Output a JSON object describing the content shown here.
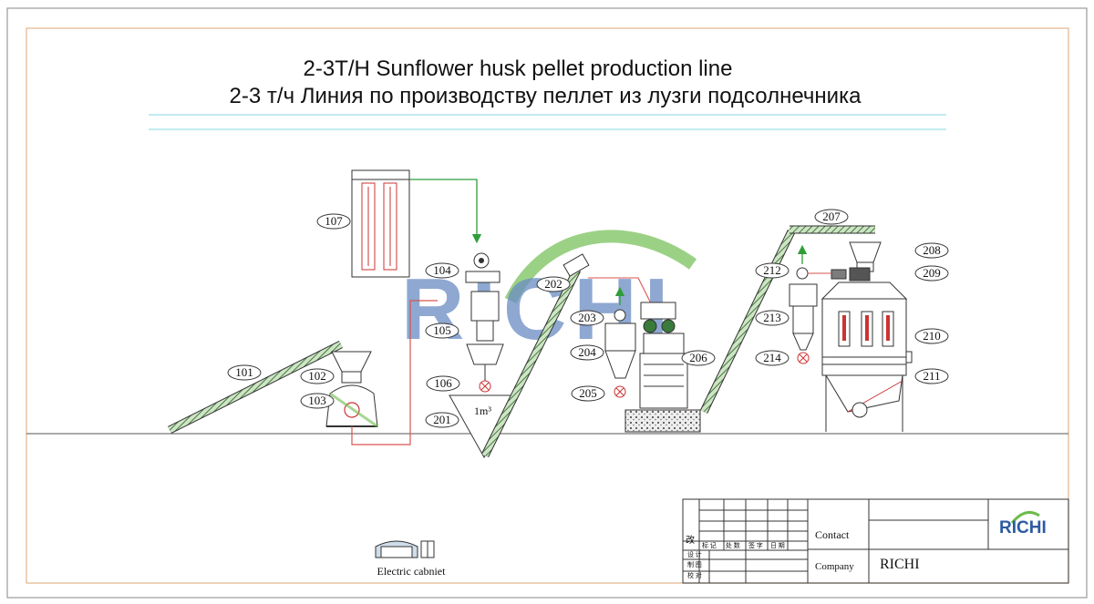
{
  "title": {
    "en": "2-3T/H Sunflower husk pellet production line",
    "ru": "2-3 т/ч Линия по производству пеллет из лузги подсолнечника"
  },
  "watermark": "RICHI",
  "hopper_volume": "1m³",
  "equipment_labels": [
    {
      "id": "101",
      "text": "101"
    },
    {
      "id": "102",
      "text": "102"
    },
    {
      "id": "103",
      "text": "103"
    },
    {
      "id": "104",
      "text": "104"
    },
    {
      "id": "105",
      "text": "105"
    },
    {
      "id": "106",
      "text": "106"
    },
    {
      "id": "107",
      "text": "107"
    },
    {
      "id": "201",
      "text": "201"
    },
    {
      "id": "202",
      "text": "202"
    },
    {
      "id": "203",
      "text": "203"
    },
    {
      "id": "204",
      "text": "204"
    },
    {
      "id": "205",
      "text": "205"
    },
    {
      "id": "206",
      "text": "206"
    },
    {
      "id": "207",
      "text": "207"
    },
    {
      "id": "208",
      "text": "208"
    },
    {
      "id": "209",
      "text": "209"
    },
    {
      "id": "210",
      "text": "210"
    },
    {
      "id": "211",
      "text": "211"
    },
    {
      "id": "212",
      "text": "212"
    },
    {
      "id": "213",
      "text": "213"
    },
    {
      "id": "214",
      "text": "214"
    }
  ],
  "electric_cabinet": {
    "label": "Electric cabniet"
  },
  "title_block": {
    "gai": "改",
    "cols": [
      "标 记",
      "处 数",
      "签 字",
      "日 期"
    ],
    "rows": [
      "设 计",
      "制 图",
      "校 对"
    ],
    "contact_label": "Contact",
    "company_label": "Company",
    "company_value": "RICHI",
    "logo_text": "RICHI"
  },
  "colors": {
    "frame_outer": "#9a9a9a",
    "frame_inner": "#e3b48a",
    "title_line": "#9edfe8",
    "conveyor_green": "#5c9a55",
    "pipe_red": "#d9534f",
    "air_green": "#2f9e3a",
    "watermark_blue": "#4f77b8",
    "watermark_green": "#6dbb4c",
    "ground": "#555555"
  }
}
